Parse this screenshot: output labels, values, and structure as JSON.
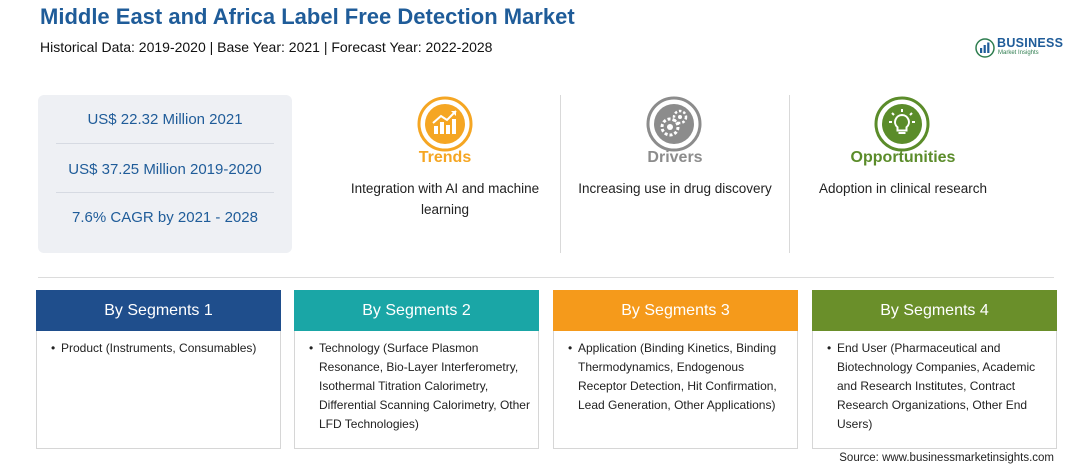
{
  "header": {
    "title": "Middle East and Africa Label Free Detection Market",
    "subtitle": "Historical Data: 2019-2020 | Base Year: 2021 | Forecast Year: 2022-2028"
  },
  "logo": {
    "name": "BUSINESS",
    "sub": "Market Insights",
    "icon": "logo-icon"
  },
  "stats": [
    "US$ 22.32 Million 2021",
    "US$ 37.25 Million 2019-2020",
    "7.6% CAGR by 2021 - 2028"
  ],
  "columns": [
    {
      "title": "Trends",
      "text": "Integration with AI and machine learning",
      "color": "#f5a623",
      "icon": "trend-chart-icon"
    },
    {
      "title": "Drivers",
      "text": "Increasing use in drug discovery",
      "color": "#8c8c8c",
      "icon": "gears-icon"
    },
    {
      "title": "Opportunities",
      "text": "Adoption in clinical research",
      "color": "#5b8c2a",
      "icon": "lightbulb-icon"
    }
  ],
  "segments": [
    {
      "title": "By Segments 1",
      "color": "#1f4e8c",
      "bullet": "•",
      "text": "Product (Instruments, Consumables)"
    },
    {
      "title": "By Segments 2",
      "color": "#1aa6a6",
      "bullet": "•",
      "text": "Technology (Surface Plasmon Resonance, Bio-Layer Interferometry, Isothermal Titration Calorimetry, Differential Scanning Calorimetry, Other LFD Technologies)"
    },
    {
      "title": "By Segments 3",
      "color": "#f59a1b",
      "bullet": "•",
      "text": "Application (Binding Kinetics, Binding Thermodynamics, Endogenous Receptor Detection, Hit Confirmation, Lead Generation, Other Applications)"
    },
    {
      "title": "By Segments 4",
      "color": "#6a8f2a",
      "bullet": "•",
      "text": "End User (Pharmaceutical and Biotechnology Companies, Academic and Research Institutes, Contract Research Organizations, Other End Users)"
    }
  ],
  "source": "Source: www.businessmarketinsights.com"
}
